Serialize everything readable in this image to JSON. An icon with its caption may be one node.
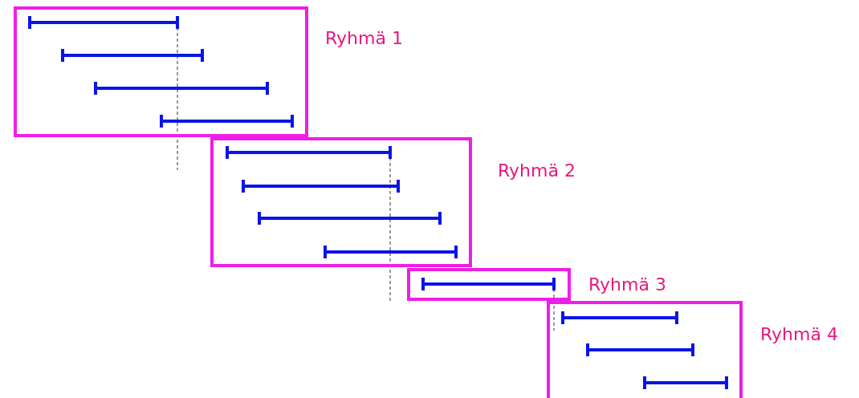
{
  "diagram": {
    "nodes": [
      {
        "text": [
          "Ryhmä 1"
        ]
      },
      {
        "text": [],
        "shape": "bar",
        "in": 0
      },
      {
        "text": [],
        "shape": "bar",
        "in": 0
      },
      {
        "text": [],
        "shape": "bar",
        "in": 0
      },
      {
        "text": [],
        "shape": "bar",
        "in": 0
      },
      {
        "text": [
          "Ryhmä 2"
        ]
      },
      {
        "text": [],
        "shape": "bar",
        "in": 5
      },
      {
        "text": [],
        "shape": "bar",
        "in": 5
      },
      {
        "text": [],
        "shape": "bar",
        "in": 5
      },
      {
        "text": [],
        "shape": "bar",
        "in": 5
      },
      {
        "text": [
          "Ryhmä 3"
        ]
      },
      {
        "text": [],
        "shape": "bar",
        "in": 10
      },
      {
        "text": [
          "Ryhmä 4"
        ]
      },
      {
        "text": [],
        "shape": "bar",
        "in": 12
      },
      {
        "text": [],
        "shape": "bar",
        "in": 12
      },
      {
        "text": [],
        "shape": "bar",
        "in": 12
      }
    ]
  }
}
